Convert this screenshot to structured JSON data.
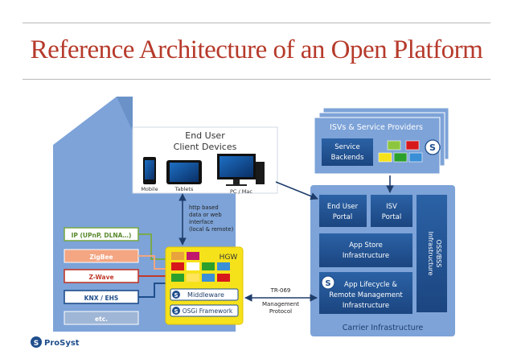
{
  "title": "Reference Architecture of an Open Platform",
  "client_devices": {
    "heading_line1": "End User",
    "heading_line2": "Client Devices",
    "mobile": "Mobile",
    "tablets": "Tablets",
    "pc_mac": "PC / Mac"
  },
  "http_note": [
    "http based",
    "data or web",
    "interface",
    "(local & remote)"
  ],
  "protocols": [
    {
      "label": "IP (UPnP, DLNA…)",
      "color": "#7aa94a"
    },
    {
      "label": "ZigBee",
      "color": "#f4a582"
    },
    {
      "label": "Z-Wave",
      "color": "#c0392b"
    },
    {
      "label": "KNX / EHS",
      "color": "#1f4e8c"
    },
    {
      "label": "etc.",
      "color": "#9fb6d6"
    }
  ],
  "hgw": {
    "label": "HGW",
    "middleware": "Middleware",
    "osgi": "OSGi Framework"
  },
  "tr069": [
    "TR-069",
    "Management",
    "Protocol"
  ],
  "isv": {
    "title": "ISVs & Service Providers",
    "backends_line1": "Service",
    "backends_line2": "Backends"
  },
  "carrier": {
    "footer": "Carrier Infrastructure",
    "end_user_portal": [
      "End User",
      "Portal"
    ],
    "isv_portal": [
      "ISV",
      "Portal"
    ],
    "oss_bss": [
      "OSS/BSS",
      "Infrastructure"
    ],
    "app_store": [
      "App Store",
      "Infrastructure"
    ],
    "lifecycle": [
      "App Lifecycle &",
      "Remote Management",
      "Infrastructure"
    ]
  },
  "logo": "ProSyst",
  "colors": {
    "title_red": "#b63a2b",
    "house_blue": "#7da3d8",
    "panel_blue": "#1f4e8c",
    "hgw_yellow": "#f6e21b"
  }
}
